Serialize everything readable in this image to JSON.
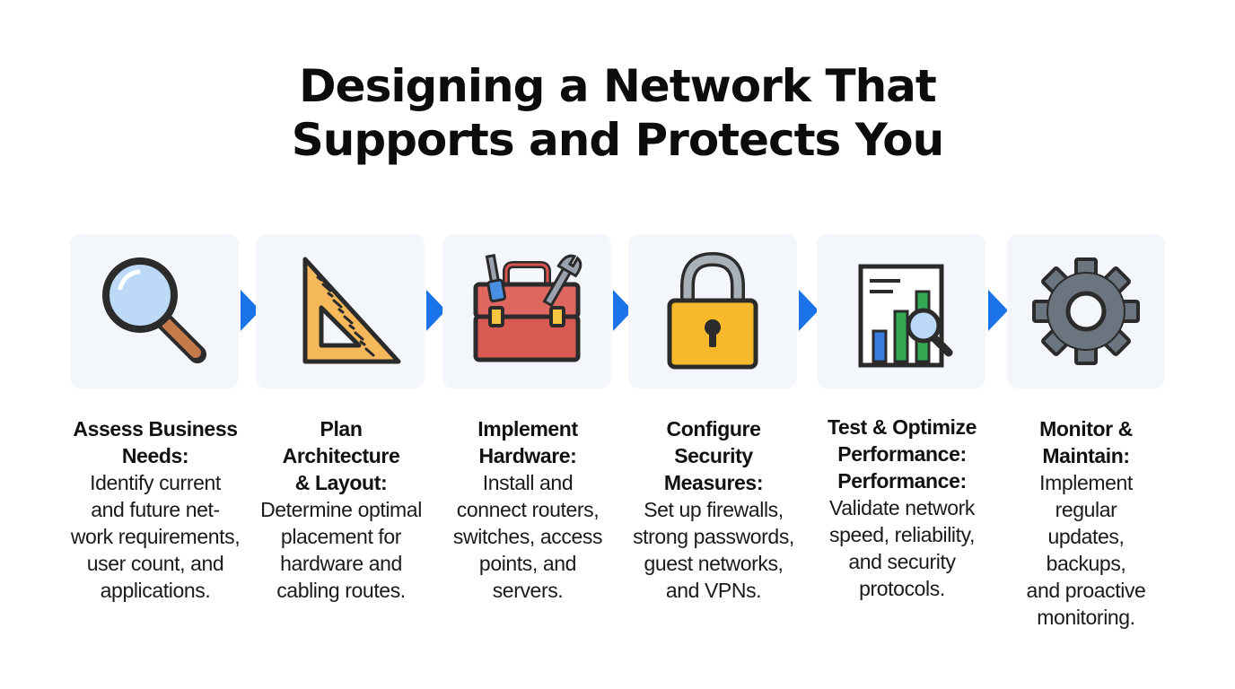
{
  "title": {
    "line1": "Designing a Network That",
    "line2": "Supports and Protects You"
  },
  "steps": [
    {
      "icon": "magnifier-icon",
      "heading_lines": [
        "Assess Business",
        "Needs:"
      ],
      "desc_lines": [
        "Identify current",
        "and future net-",
        "work requirements,",
        "user count, and",
        "applications."
      ]
    },
    {
      "icon": "set-square-icon",
      "heading_lines": [
        "Plan",
        "Architecture",
        "& Layout:"
      ],
      "desc_lines": [
        "Determine optimal",
        "placement for",
        "hardware and",
        "cabling routes."
      ]
    },
    {
      "icon": "toolbox-icon",
      "heading_lines": [
        "Implement",
        "Hardware:"
      ],
      "desc_lines": [
        "Install and",
        "connect routers,",
        "switches, access",
        "points, and servers."
      ]
    },
    {
      "icon": "padlock-icon",
      "heading_lines": [
        "Configure",
        "Security",
        "Measures:"
      ],
      "desc_lines": [
        "Set up firewalls,",
        "strong passwords,",
        "guest networks,",
        "and VPNs."
      ]
    },
    {
      "icon": "chart-magnifier-icon",
      "heading_lines": [
        "Test & Optimize",
        "Performance:",
        "Performance:"
      ],
      "desc_lines": [
        "Validate network",
        "speed, reliability,",
        "and security",
        "protocols."
      ]
    },
    {
      "icon": "gear-icon",
      "heading_lines": [
        "Monitor &",
        "Maintain:"
      ],
      "desc_lines": [
        "Implement regular",
        "updates, backups,",
        "and proactive",
        "monitoring."
      ]
    }
  ],
  "colors": {
    "arrow": "#1a73e8",
    "card_bg": "#f3f6fa"
  }
}
